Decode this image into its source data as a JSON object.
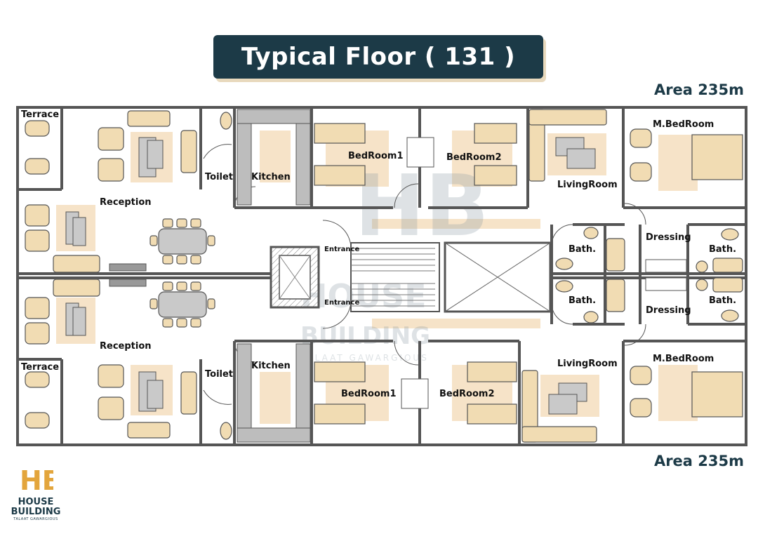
{
  "title": "Typical Floor ( 131 )",
  "area_top": "Area 235m",
  "area_bottom": "Area 235m",
  "rooms": {
    "terrace_top": "Terrace",
    "terrace_bottom": "Terrace",
    "reception_top": "Reception",
    "reception_bottom": "Reception",
    "toilet_top": "Toilet",
    "toilet_bottom": "Toilet",
    "kitchen_top": "Kitchen",
    "kitchen_bottom": "Kitchen",
    "bedroom1_top": "BedRoom1",
    "bedroom2_top": "BedRoom2",
    "bedroom1_bottom": "BedRoom1",
    "bedroom2_bottom": "BedRoom2",
    "living_top": "LivingRoom",
    "living_bottom": "LivingRoom",
    "master_top": "M.BedRoom",
    "master_bottom": "M.BedRoom",
    "bath_left_top": "Bath.",
    "bath_left_bottom": "Bath.",
    "bath_right_top": "Bath.",
    "bath_right_bottom": "Bath.",
    "dressing_top": "Dressing",
    "dressing_bottom": "Dressing",
    "entrance_top": "Entrance",
    "entrance_bottom": "Entrance"
  },
  "watermark": {
    "line1": "HOUSE",
    "line2": "BUILDING",
    "line3": "TALAAT GAWARGIOUS"
  },
  "logo": {
    "mark": "HB",
    "line1": "HOUSE",
    "line2": "BUILDING",
    "tagline": "TALAAT GAWARGIOUS"
  },
  "colors": {
    "banner": "#1c3a47",
    "banner_shadow": "#e8d9bd",
    "wall": "#555555",
    "rug": "#f6e3c8",
    "furniture": "#f1dcb3",
    "gray_fixture": "#bdbdbd",
    "logo_gold": "#e3a53c"
  }
}
